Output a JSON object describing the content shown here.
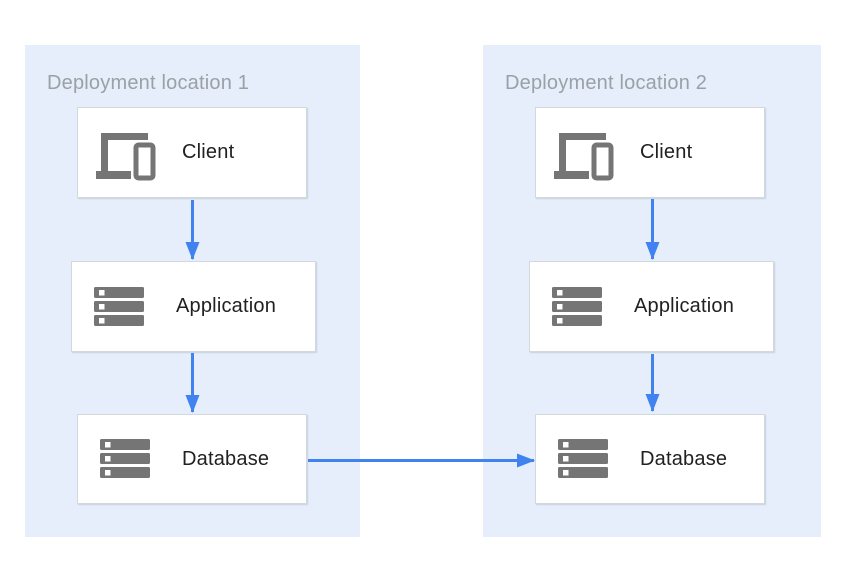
{
  "diagram": {
    "locations": [
      {
        "title": "Deployment location 1",
        "nodes": [
          {
            "id": "client-1",
            "label": "Client",
            "icon": "client-devices-icon"
          },
          {
            "id": "application-1",
            "label": "Application",
            "icon": "server-stack-icon"
          },
          {
            "id": "database-1",
            "label": "Database",
            "icon": "server-stack-icon"
          }
        ]
      },
      {
        "title": "Deployment location 2",
        "nodes": [
          {
            "id": "client-2",
            "label": "Client",
            "icon": "client-devices-icon"
          },
          {
            "id": "application-2",
            "label": "Application",
            "icon": "server-stack-icon"
          },
          {
            "id": "database-2",
            "label": "Database",
            "icon": "server-stack-icon"
          }
        ]
      }
    ],
    "connections": [
      {
        "from": "client-1",
        "to": "application-1"
      },
      {
        "from": "application-1",
        "to": "database-1"
      },
      {
        "from": "client-2",
        "to": "application-2"
      },
      {
        "from": "application-2",
        "to": "database-2"
      },
      {
        "from": "database-1",
        "to": "database-2"
      }
    ],
    "colors": {
      "location_background": "#e5eefa",
      "node_background": "#ffffff",
      "node_border": "#d4d7db",
      "arrow": "#4083f0",
      "icon_gray": "#757575",
      "title_text": "#9aa0a6",
      "label_text": "#212121"
    }
  }
}
